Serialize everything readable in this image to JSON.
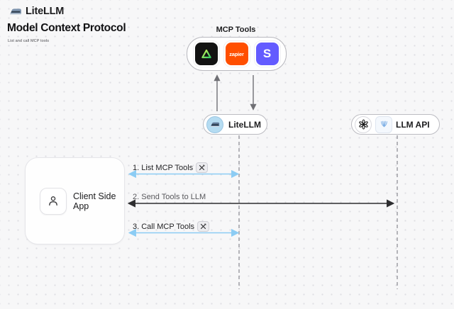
{
  "page": {
    "brand": "LiteLLM",
    "title": "Model Context Protocol",
    "subtitle": "List and call MCP tools"
  },
  "mcp_tools": {
    "label": "MCP Tools",
    "items": [
      {
        "name": "triangle-tool",
        "bg": "#121212"
      },
      {
        "name": "zapier",
        "label": "zapier",
        "bg": "#FF4F00"
      },
      {
        "name": "stripe",
        "label": "S",
        "bg": "#635BFF"
      }
    ]
  },
  "nodes": {
    "litellm": {
      "label": "LiteLLM"
    },
    "llm_api": {
      "label": "LLM API"
    },
    "client": {
      "label": "Client Side App"
    }
  },
  "messages": [
    {
      "label": "1. List MCP Tools",
      "has_tool_badge": true,
      "arrow_color": "#8cccf4",
      "direction": "both"
    },
    {
      "label": "2. Send Tools to LLM",
      "has_tool_badge": false,
      "arrow_color": "#2e2e30",
      "direction": "both"
    },
    {
      "label": "3. Call MCP Tools",
      "has_tool_badge": true,
      "arrow_color": "#8cccf4",
      "direction": "both"
    }
  ],
  "icons": {
    "brand": "train-icon",
    "litellm_node": "train-icon",
    "llm_api_1": "openai-icon",
    "llm_api_2": "blue-streams-icon",
    "client": "person-icon",
    "badge": "hammer-wrench-icon"
  },
  "colors": {
    "background": "#f7f7f8",
    "dot_grid": "#dfdfe3",
    "arrow_blue": "#8cccf4",
    "arrow_dark": "#2e2e30",
    "lifeline": "#98989e",
    "zapier_orange": "#FF4F00",
    "stripe_indigo": "#635BFF",
    "litellm_chip_blue": "#b5dcf2"
  }
}
